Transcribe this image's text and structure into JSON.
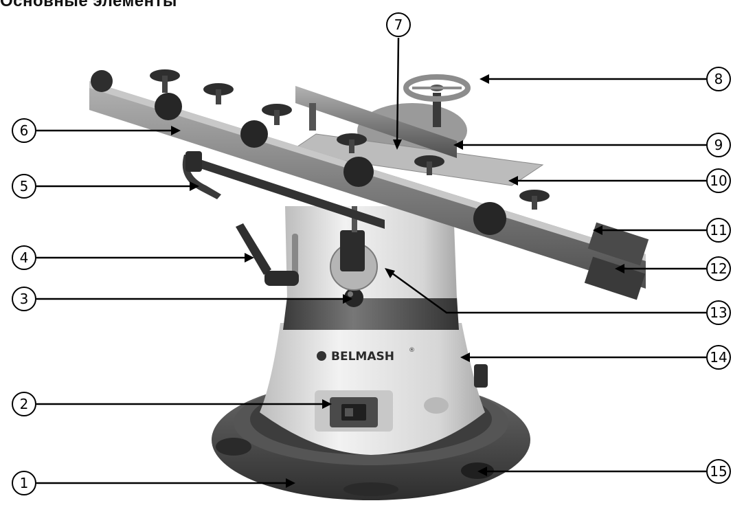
{
  "title": "Основные элементы",
  "brand": {
    "name": "BELMASH",
    "mark": "®"
  },
  "callouts": [
    {
      "num": "1"
    },
    {
      "num": "2"
    },
    {
      "num": "3"
    },
    {
      "num": "4"
    },
    {
      "num": "5"
    },
    {
      "num": "6"
    },
    {
      "num": "7"
    },
    {
      "num": "8"
    },
    {
      "num": "9"
    },
    {
      "num": "10"
    },
    {
      "num": "11"
    },
    {
      "num": "12"
    },
    {
      "num": "13"
    },
    {
      "num": "14"
    },
    {
      "num": "15"
    }
  ],
  "colors": {
    "line": "#000000",
    "base_dark": "#4a4a4a",
    "body_light": "#d9d9d9",
    "steel": "#8a8a8a",
    "knob": "#2e2e2e"
  }
}
